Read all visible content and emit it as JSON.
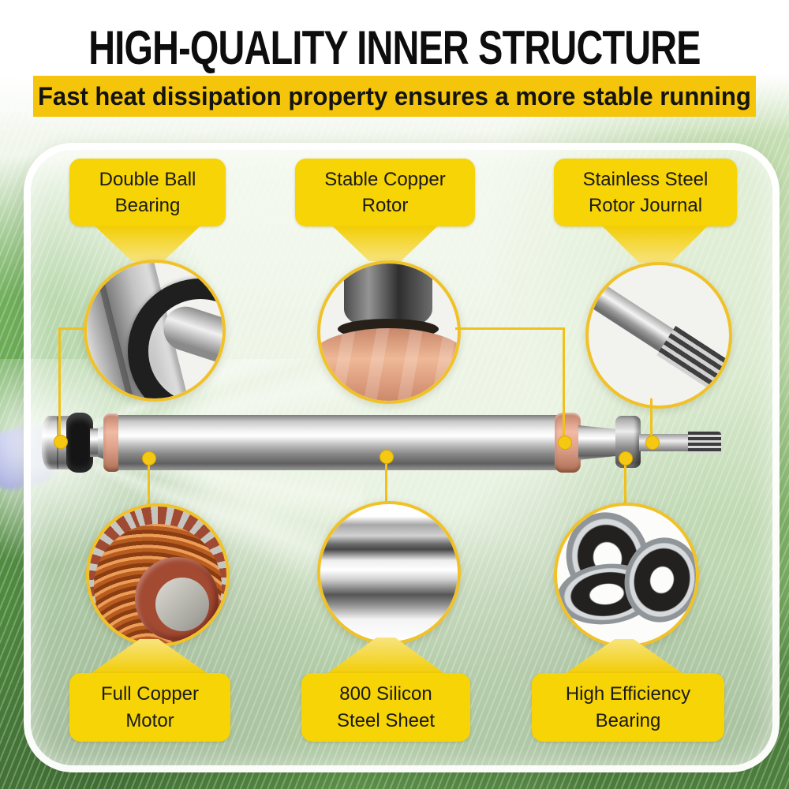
{
  "header": {
    "title": "HIGH-QUALITY INNER STRUCTURE",
    "banner": "Fast heat dissipation property ensures a more stable running"
  },
  "colors": {
    "label_yellow": "#f6d405",
    "banner_yellow": "#f4c50a",
    "leader_yellow": "#f0c11c",
    "text_black": "#131313",
    "copper_ring_pink": "#e8a593"
  },
  "diagram": {
    "subject": "motor-rotor-shaft-cutaway",
    "callouts_top": [
      {
        "label": "Double Ball\nBearing",
        "zoom_subject": "double-ball-bearing-closeup"
      },
      {
        "label": "Stable Copper\nRotor",
        "zoom_subject": "copper-rotor-closeup"
      },
      {
        "label": "Stainless Steel\nRotor Journal",
        "zoom_subject": "stainless-steel-splined-journal-closeup"
      }
    ],
    "callouts_bottom": [
      {
        "label": "Full Copper\nMotor",
        "zoom_subject": "copper-motor-winding-closeup"
      },
      {
        "label": "800 Silicon\nSteel Sheet",
        "zoom_subject": "polished-silicon-steel-sheet-closeup"
      },
      {
        "label": "High Efficiency\nBearing",
        "zoom_subject": "sealed-ball-bearings-closeup"
      }
    ]
  }
}
